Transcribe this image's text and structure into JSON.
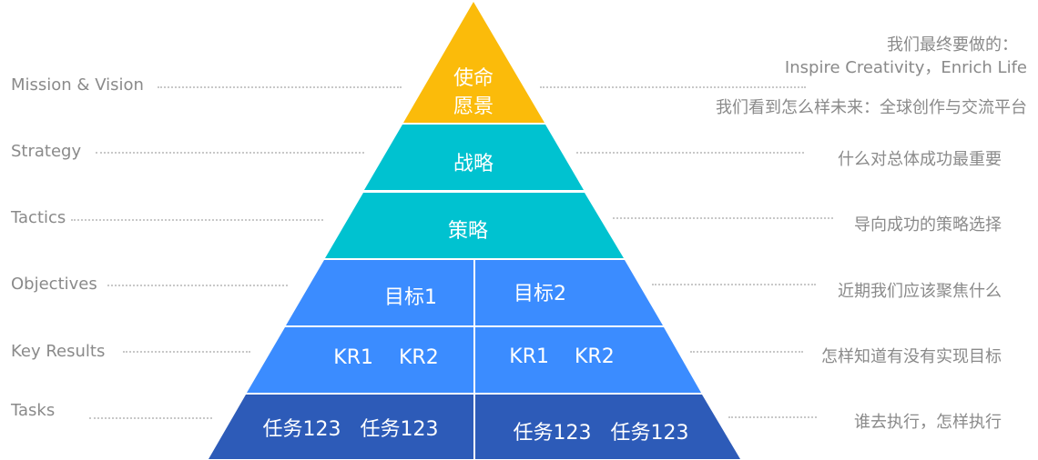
{
  "colors": {
    "mission": "#FBBB0A",
    "strategy": "#00C2D0",
    "tactics": "#00C2D0",
    "objectives": "#3B8CFF",
    "key_results": "#3B8CFF",
    "tasks": "#2D5BB8",
    "divider": "#ffffff"
  },
  "left_labels": [
    "Mission & Vision",
    "Strategy",
    "Tactics",
    "Objectives",
    "Key Results",
    "Tasks"
  ],
  "pyramid": {
    "mission_line1": "使命",
    "mission_line2": "愿景",
    "strategy": "战略",
    "tactics": "策略",
    "objective_1": "目标1",
    "objective_2": "目标2",
    "kr_left": "KR1    KR2",
    "kr_right": "KR1    KR2",
    "task_left": "任务123   任务123",
    "task_right": "任务123   任务123"
  },
  "right_labels": {
    "mission_heading": "我们最终要做的：",
    "mission_slogan": "Inspire Creativity，Enrich Life",
    "vision": "我们看到怎么样未来：全球创作与交流平台",
    "strategy": "什么对总体成功最重要",
    "tactics": "导向成功的策略选择",
    "objectives": "近期我们应该聚焦什么",
    "key_results": "怎样知道有没有实现目标",
    "tasks": "谁去执行，怎样执行"
  }
}
